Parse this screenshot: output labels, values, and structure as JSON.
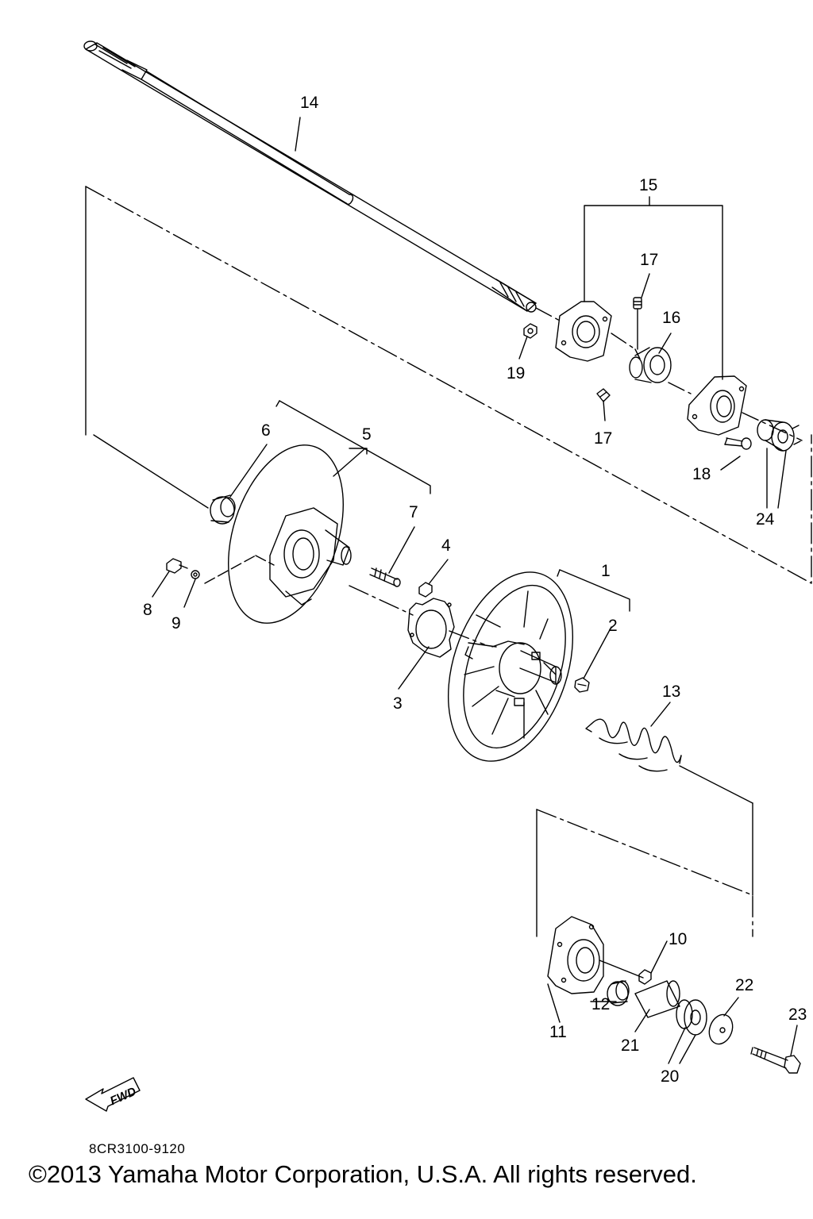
{
  "diagram": {
    "callouts": [
      "1",
      "2",
      "3",
      "4",
      "5",
      "6",
      "7",
      "8",
      "9",
      "10",
      "11",
      "12",
      "13",
      "14",
      "15",
      "16",
      "17",
      "17",
      "18",
      "19",
      "20",
      "21",
      "22",
      "23",
      "24"
    ],
    "fwd_label": "FWD",
    "part_code": "8CR3100-9120",
    "copyright": "©2013 Yamaha Motor Corporation, U.S.A. All rights reserved."
  },
  "colors": {
    "ink": "#000000",
    "paper": "#ffffff"
  }
}
